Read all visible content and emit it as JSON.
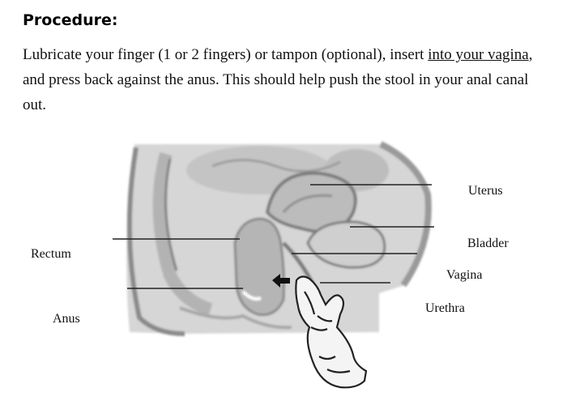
{
  "document": {
    "heading": "Procedure:",
    "paragraph": {
      "part1": "Lubricate your finger (1 or 2 fingers) or tampon (optional), insert ",
      "underlined": "into your vagina",
      "part2": ", and press back against the anus.  This should help push the stool in your anal canal out."
    }
  },
  "diagram": {
    "labels": {
      "uterus": "Uterus",
      "bladder": "Bladder",
      "vagina": "Vagina",
      "urethra": "Urethra",
      "rectum": "Rectum",
      "anus": "Anus"
    }
  }
}
